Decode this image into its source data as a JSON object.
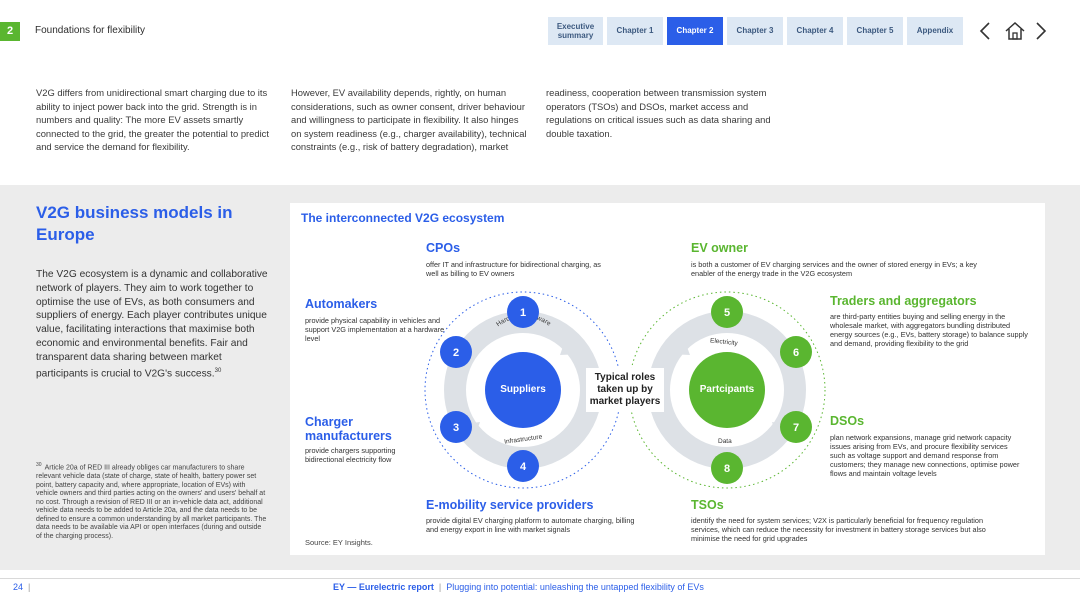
{
  "header": {
    "chapter_number": "2",
    "chapter_title": "Foundations for flexibility",
    "nav": [
      {
        "label": "Executive summary",
        "active": false
      },
      {
        "label": "Chapter 1",
        "active": false
      },
      {
        "label": "Chapter 2",
        "active": true
      },
      {
        "label": "Chapter 3",
        "active": false
      },
      {
        "label": "Chapter 4",
        "active": false
      },
      {
        "label": "Chapter 5",
        "active": false
      },
      {
        "label": "Appendix",
        "active": false
      }
    ],
    "icons": [
      "chevron-left-icon",
      "home-icon",
      "chevron-right-icon"
    ]
  },
  "intro": {
    "col1": "V2G differs from unidirectional smart charging due to its ability to inject power back into the grid. Strength is in numbers and quality: The more EV assets smartly connected to the grid, the greater the potential to predict and service the demand for flexibility.",
    "col2": "However, EV availability depends, rightly, on human considerations, such as owner consent, driver behaviour and willingness to participate in flexibility. It also hinges on system readiness (e.g., charger availability), technical constraints (e.g., risk of battery degradation), market",
    "col3": "readiness, cooperation between transmission system operators (TSOs) and DSOs, market access and regulations on critical issues such as data sharing and double taxation."
  },
  "section": {
    "title": "V2G business models in Europe",
    "body": "The V2G ecosystem is a dynamic and collaborative network of players. They aim to work together to optimise the use of EVs, as both consumers and suppliers of energy. Each player contributes unique value, facilitating interactions that maximise both economic and environmental benefits. Fair and transparent data sharing between market participants is crucial to V2G's success.",
    "body_footnote_ref": "30",
    "footnote_num": "30",
    "footnote": "Article 20a of RED III already obliges car manufacturers to share relevant vehicle data (state of charge, state of health, battery power set point, battery capacity and, where appropriate, location of EVs) with vehicle owners and third parties acting on the owners' and users' behalf at no cost. Through a revision of RED III or an in-vehicle data act, additional vehicle data needs to be added to Article 20a, and the data needs to be defined to ensure a common understanding by all market participants. The data needs to be available via API or open interfaces (during and outside of the charging process)."
  },
  "ecosystem": {
    "title": "The interconnected V2G ecosystem",
    "center_label": "Typical roles taken up by market players",
    "suppliers_label": "Suppliers",
    "participants_label": "Partcipants",
    "ring_labels": {
      "hardware_software": "Hardware/software",
      "infrastructure": "Infrastructure",
      "electricity": "Electricity",
      "data": "Data"
    },
    "roles": [
      {
        "num": "1",
        "title": "CPOs",
        "desc": "offer IT and infrastructure for bidirectional charging, as well as billing to EV owners"
      },
      {
        "num": "2",
        "title": "Automakers",
        "desc": "provide physical capability in vehicles and support V2G implementation at a hardware level"
      },
      {
        "num": "3",
        "title": "Charger manufacturers",
        "desc": "provide chargers supporting bidirectional electricity flow"
      },
      {
        "num": "4",
        "title": "E-mobility service providers",
        "desc": "provide digital EV charging platform to automate charging, billing and energy export in line with market signals"
      },
      {
        "num": "5",
        "title": "EV owner",
        "desc": "is both a customer of EV charging services and the owner of stored energy in EVs; a key enabler of the energy trade in the V2G ecosystem"
      },
      {
        "num": "6",
        "title": "Traders and aggregators",
        "desc": "are third-party entities buying and selling energy in the wholesale market, with aggregators bundling distributed energy sources (e.g., EVs, battery storage) to balance supply and demand, providing flexibility to the grid"
      },
      {
        "num": "7",
        "title": "DSOs",
        "desc": "plan network expansions, manage grid network capacity issues arising from EVs, and procure flexibility services such as voltage support and demand response from customers; they manage new connections, optimise power flows and maintain voltage levels"
      },
      {
        "num": "8",
        "title": "TSOs",
        "desc": "identify the need for system services; V2X is particularly beneficial for frequency regulation services, which can reduce the necessity for investment in battery storage services but also minimise the need for grid upgrades"
      }
    ],
    "source": "Source: EY Insights.",
    "colors": {
      "blue": "#2b5ee8",
      "green": "#5ab630",
      "arrow_grey": "#d9dde3"
    }
  },
  "footer": {
    "page_number": "24",
    "separator": "|",
    "brand": "EY — Eurelectric report",
    "doc_title": "Plugging into potential: unleashing the untapped flexibility of EVs"
  }
}
